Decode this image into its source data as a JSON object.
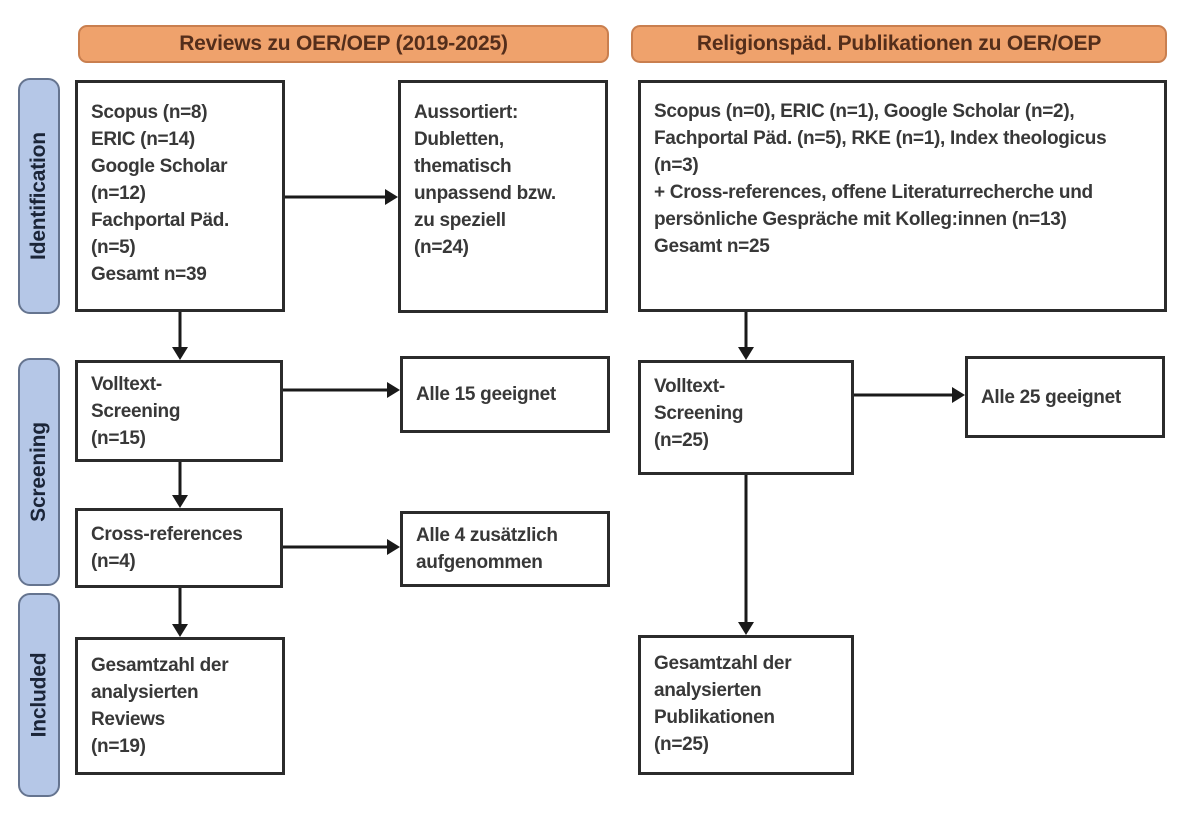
{
  "diagram_type": "prisma-flow",
  "columns": {
    "left": {
      "header": "Reviews zu OER/OEP (2019-2025)",
      "boxes": {
        "sources": "Scopus (n=8)\nERIC (n=14)\nGoogle Scholar\n(n=12)\nFachportal Päd.\n(n=5)\nGesamt n=39",
        "excluded": "Aussortiert:\nDubletten,\nthematisch\nunpassend bzw.\nzu speziell\n(n=24)",
        "fulltext": "Volltext-\nScreening\n(n=15)",
        "eligible": "Alle 15 geeignet",
        "crossref": "Cross-references\n(n=4)",
        "added": "Alle 4 zusätzlich\naufgenommen",
        "total": "Gesamtzahl der\nanalysierten\nReviews\n(n=19)"
      }
    },
    "right": {
      "header": "Religionspäd. Publikationen zu OER/OEP",
      "boxes": {
        "sources": "Scopus (n=0), ERIC (n=1), Google Scholar (n=2), Fachportal Päd. (n=5), RKE (n=1), Index theologicus (n=3)\n+ Cross-references, offene Literaturrecherche und persönliche Gespräche mit Kolleg:innen (n=13)\nGesamt n=25",
        "fulltext": "Volltext-\nScreening\n(n=25)",
        "eligible": "Alle 25 geeignet",
        "total": "Gesamtzahl der\nanalysierten\nPublikationen\n(n=25)"
      }
    }
  },
  "stages": {
    "identification": "Identification",
    "screening": "Screening",
    "included": "Included"
  },
  "colors": {
    "header_fill": "#EFA26C",
    "header_border": "#C97F4F",
    "header_text": "#542E1B",
    "stage_fill": "#B5C7E7",
    "stage_border": "#65748F",
    "stage_text": "#1B2538",
    "box_border": "#2B2B2B",
    "box_text": "#383838",
    "arrow": "#1A1A1A",
    "background": "#FFFFFF"
  }
}
